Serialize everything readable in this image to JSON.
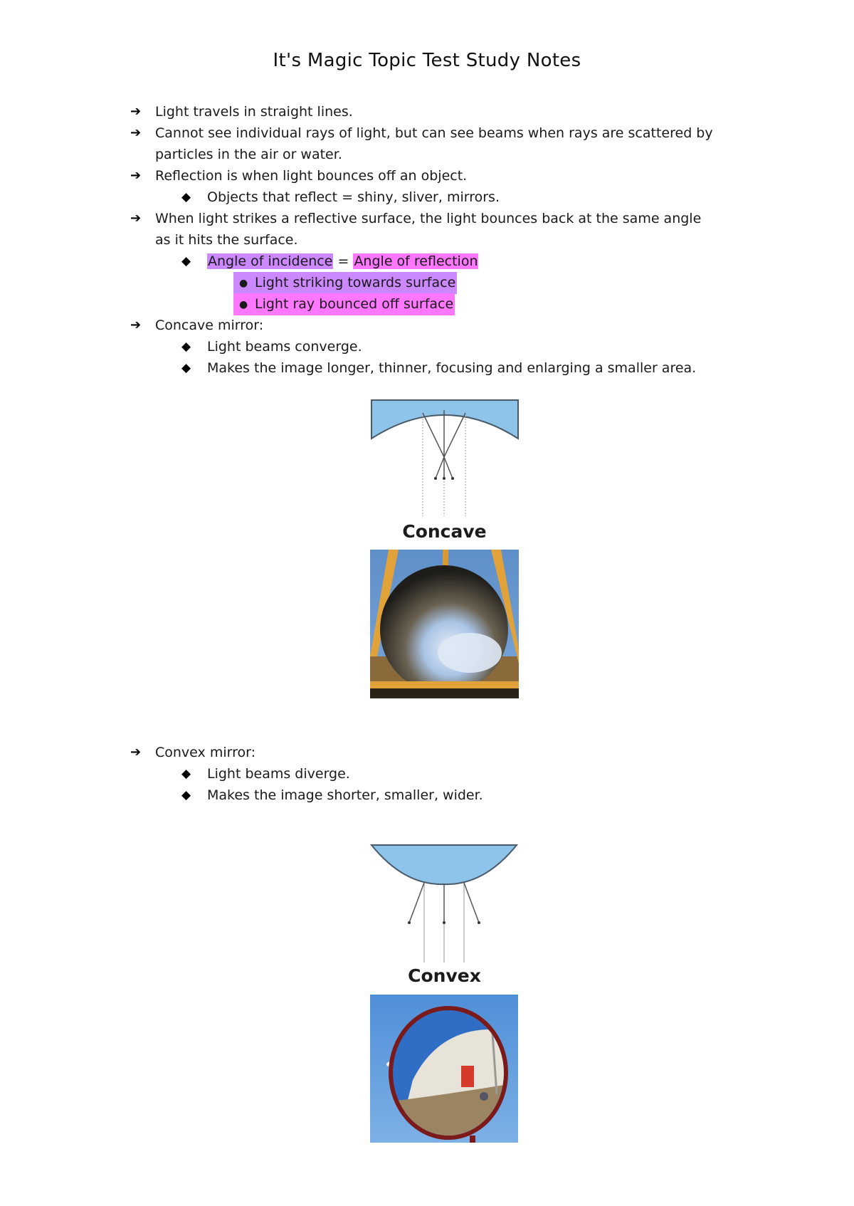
{
  "document": {
    "title": "It's Magic Topic Test Study Notes",
    "markers": {
      "level1": "➔",
      "level2": "◆",
      "level3": "●"
    },
    "highlight_colors": {
      "purple": "#cc88ff",
      "pink": "#ff77ff"
    },
    "items": [
      {
        "level": 1,
        "text": "Light travels in straight lines."
      },
      {
        "level": 1,
        "text": "Cannot see individual rays of light, but can see beams when rays are scattered by",
        "continuation": "particles in the air or water."
      },
      {
        "level": 1,
        "text": "Reflection is when light bounces off an object."
      },
      {
        "level": 2,
        "text": "Objects that reflect = shiny, sliver, mirrors."
      },
      {
        "level": 1,
        "text": "When light strikes a reflective surface, the light bounces back at the same angle",
        "continuation": "as it hits the surface."
      },
      {
        "level": 2,
        "parts": [
          {
            "text": "Angle of incidence",
            "highlight": "purple"
          },
          {
            "text": " = "
          },
          {
            "text": "Angle of reflection",
            "highlight": "pink"
          }
        ]
      },
      {
        "level": 3,
        "text": "Light striking towards surface",
        "highlight": "purple"
      },
      {
        "level": 3,
        "text": "Light ray bounced off surface",
        "highlight": "pink"
      },
      {
        "level": 1,
        "text": "Concave mirror:"
      },
      {
        "level": 2,
        "text": "Light beams converge."
      },
      {
        "level": 2,
        "text": "Makes the image longer, thinner, focusing and enlarging a smaller area."
      }
    ],
    "concave_figure": {
      "caption": "Concave",
      "diagram_icon": "concave-mirror-diagram",
      "photo_icon": "concave-mirror-photo"
    },
    "convex_items": [
      {
        "level": 1,
        "text": "Convex mirror:"
      },
      {
        "level": 2,
        "text": "Light beams diverge."
      },
      {
        "level": 2,
        "text": "Makes the image shorter, smaller, wider."
      }
    ],
    "convex_figure": {
      "caption": "Convex",
      "diagram_icon": "convex-mirror-diagram",
      "photo_icon": "convex-mirror-photo"
    },
    "colors": {
      "mirror_fill": "#8ec3ea",
      "mirror_stroke": "#4a5a68",
      "frame_orange": "#e2a23a",
      "sky_blue": "#4a8fd6",
      "mirror_rim_red": "#8a1c1c"
    }
  }
}
